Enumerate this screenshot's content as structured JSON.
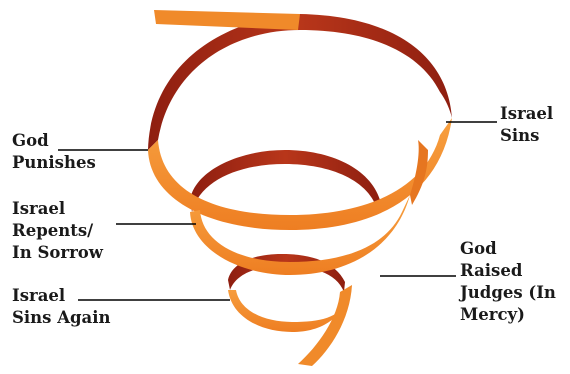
{
  "labels": {
    "god_punishes": [
      "God",
      "Punishes"
    ],
    "israel_repents": [
      "Israel",
      "Repents/",
      "In Sorrow"
    ],
    "israel_sins_again": [
      "Israel",
      "Sins Again"
    ],
    "israel_sins": [
      "Israel",
      "Sins"
    ],
    "god_raised_judges": [
      "God",
      "Raised",
      "Judges (In",
      "Mercy)"
    ]
  },
  "colors": {
    "ribbon_front": "#F08A2A",
    "ribbon_back": "#A82A14",
    "ribbon_edge": "#C9581A",
    "leader_line": "#000000"
  }
}
